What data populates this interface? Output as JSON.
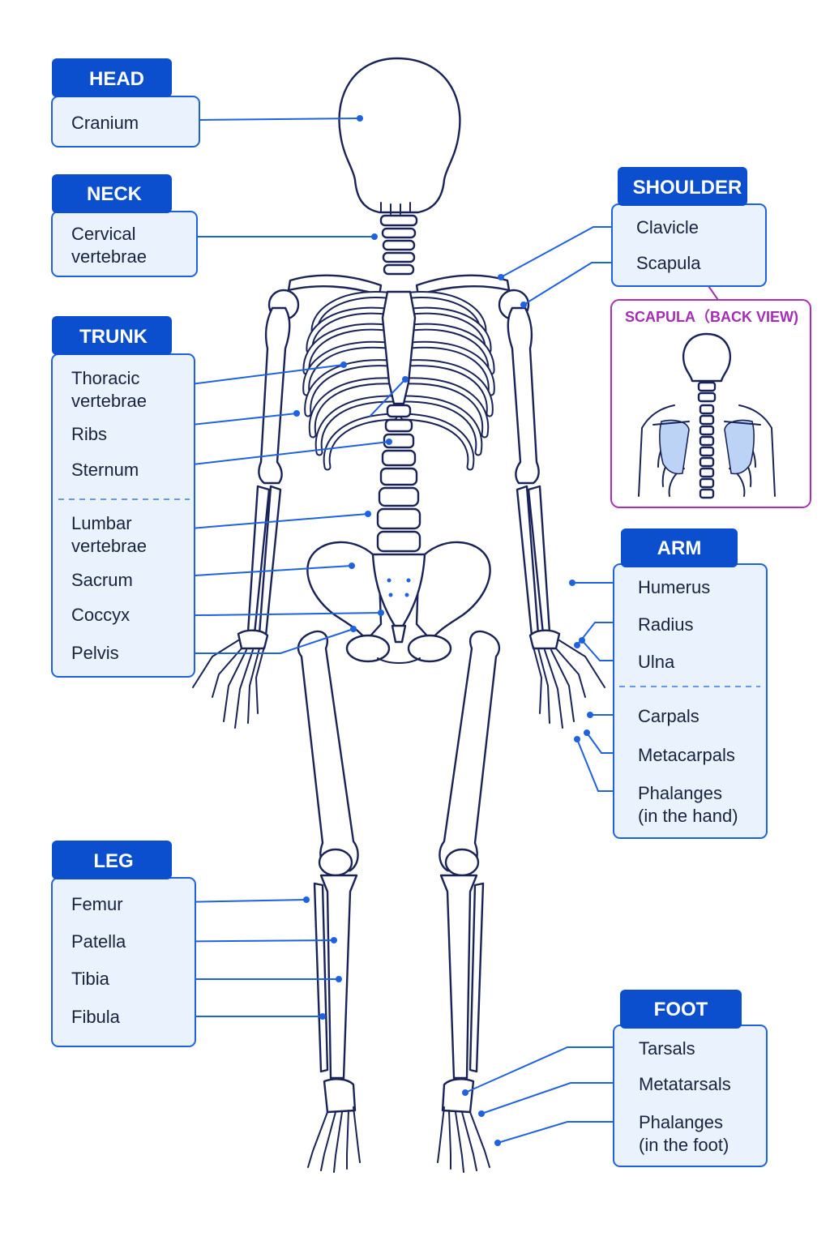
{
  "colors": {
    "accent": "#0b4fcf",
    "leader": "#1f62e0",
    "panel_fill": "#eaf2fd",
    "bone_outline": "#1a2357",
    "inset_accent": "#a52db6",
    "scapula_highlight": "#bcd3f5"
  },
  "groups": {
    "head": {
      "title": "HEAD",
      "items": {
        "cranium": "Cranium"
      }
    },
    "neck": {
      "title": "NECK",
      "items": {
        "cervical_1": "Cervical",
        "cervical_2": "vertebrae"
      }
    },
    "trunk": {
      "title": "TRUNK",
      "items": {
        "thoracic_1": "Thoracic",
        "thoracic_2": "vertebrae",
        "ribs": "Ribs",
        "sternum": "Sternum",
        "lumbar_1": "Lumbar",
        "lumbar_2": "vertebrae",
        "sacrum": "Sacrum",
        "coccyx": "Coccyx",
        "pelvis": "Pelvis"
      }
    },
    "shoulder": {
      "title": "SHOULDER",
      "items": {
        "clavicle": "Clavicle",
        "scapula": "Scapula"
      }
    },
    "arm": {
      "title": "ARM",
      "items": {
        "humerus": "Humerus",
        "radius": "Radius",
        "ulna": "Ulna",
        "carpals": "Carpals",
        "metacarpals": "Metacarpals",
        "phalanges_1": "Phalanges",
        "phalanges_2": "(in the hand)"
      }
    },
    "leg": {
      "title": "LEG",
      "items": {
        "femur": "Femur",
        "patella": "Patella",
        "tibia": "Tibia",
        "fibula": "Fibula"
      }
    },
    "foot": {
      "title": "FOOT",
      "items": {
        "tarsals": "Tarsals",
        "metatarsals": "Metatarsals",
        "phalanges_1": "Phalanges",
        "phalanges_2": "(in the foot)"
      }
    }
  },
  "inset": {
    "title": "SCAPULA（BACK VIEW)"
  },
  "icons": {
    "skeleton": "skeleton-front-view-illustration",
    "inset": "skeleton-back-view-illustration"
  }
}
